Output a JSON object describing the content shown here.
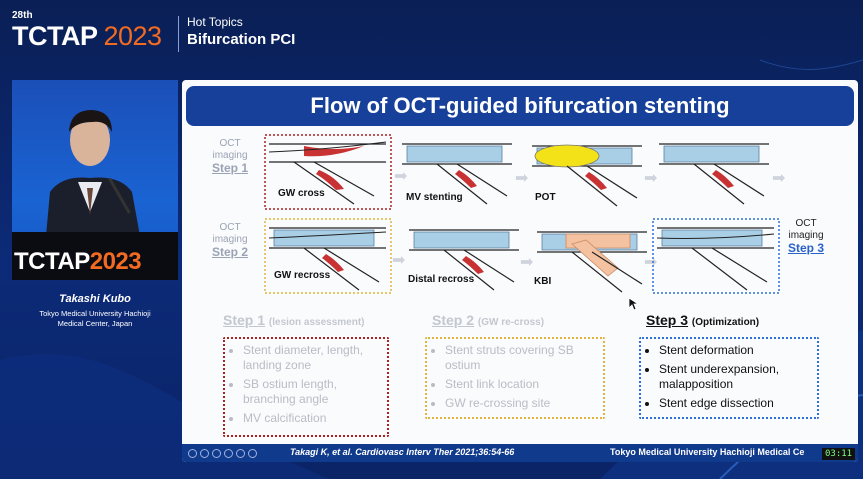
{
  "header": {
    "edition": "28th",
    "brand": "TCTAP",
    "year": "2023",
    "topic": "Hot Topics",
    "session": "Bifurcation PCI"
  },
  "speaker": {
    "podium_brand": "TCTAP",
    "podium_year": "2023",
    "name": "Takashi Kubo",
    "affiliation_line1": "Tokyo Medical University Hachioji",
    "affiliation_line2": "Medical Center, Japan"
  },
  "slide": {
    "title": "Flow of OCT-guided bifurcation stenting",
    "oct_step1": {
      "line1": "OCT",
      "line2": "imaging",
      "step": "Step 1"
    },
    "oct_step2": {
      "line1": "OCT",
      "line2": "imaging",
      "step": "Step 2"
    },
    "oct_step3": {
      "line1": "OCT",
      "line2": "imaging",
      "step": "Step 3"
    },
    "row1_labels": [
      "GW cross",
      "MV stenting",
      "POT"
    ],
    "row2_labels": [
      "GW recross",
      "Distal recross",
      "KBI"
    ],
    "step1": {
      "title": "Step 1",
      "sub": "(lesion assessment)",
      "items": [
        "Stent diameter, length, landing zone",
        "SB ostium length, branching angle",
        "MV calcification"
      ]
    },
    "step2": {
      "title": "Step 2",
      "sub": "(GW re-cross)",
      "items": [
        "Stent struts covering SB ostium",
        "Stent link location",
        "GW re-crossing site"
      ]
    },
    "step3": {
      "title": "Step 3",
      "sub": "(Optimization)",
      "items": [
        "Stent deformation",
        "Stent underexpansion, malapposition",
        "Stent edge dissection"
      ]
    },
    "citation": "Takagi K, et al. Cardiovasc Interv Ther 2021;36:54-66",
    "institution": "Tokyo Medical University Hachioji Medical Ce"
  },
  "clock": "03:11",
  "colors": {
    "accent_orange": "#f26b21",
    "slide_title_bg": "#17409a",
    "step1_border": "#b02020",
    "step2_border": "#e2b53a",
    "step3_border": "#2e6fd8"
  }
}
